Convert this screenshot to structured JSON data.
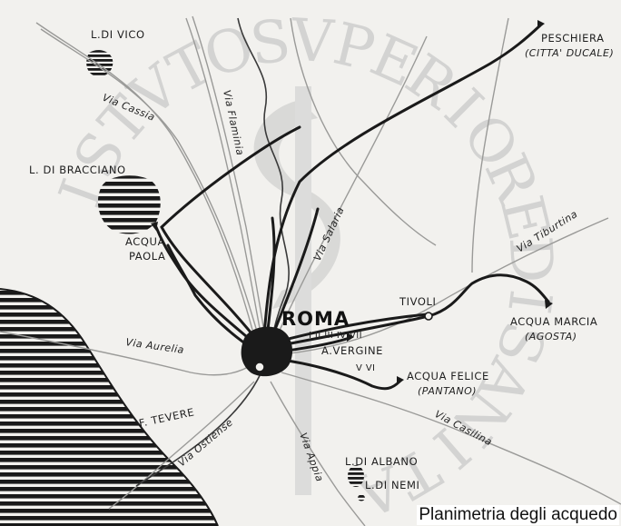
{
  "caption": "Planimetria degli acquedo",
  "city": "ROMA",
  "lakes": {
    "vico": "L.DI VICO",
    "bracciano": "L. DI BRACCIANO",
    "albano": "L.DI ALBANO",
    "nemi": "L.DI NEMI"
  },
  "sources": {
    "peschiera": "PESCHIERA",
    "peschiera_sub": "(CITTA' DUCALE)",
    "paola_1": "ACQUA",
    "paola_2": "PAOLA",
    "tivoli": "TIVOLI",
    "marcia": "ACQUA MARCIA",
    "marcia_sub": "(AGOSTA)",
    "vergine": "A.VERGINE",
    "felice": "ACQUA FELICE",
    "felice_sub": "(PANTANO)",
    "numerals_top": "I  II  III  IV  VII",
    "numerals_bottom": "V  VI"
  },
  "roads": {
    "cassia": "Via Cassia",
    "flaminia": "Via Flaminia",
    "salaria": "Via Salaria",
    "tiburtina": "Via Tiburtina",
    "aurelia": "Via Aurelia",
    "casilina": "Via Casilina",
    "ostiense": "Via Ostiense",
    "appia": "Via Appia"
  },
  "river": "F. TEVERE",
  "watermark": [
    "I",
    "S",
    "T",
    "V",
    "T",
    "O",
    "S",
    "V",
    "P",
    "E",
    "R",
    "I",
    "O",
    "R",
    "E",
    "D",
    "I",
    "S",
    "A",
    "N",
    "I",
    "T",
    "A"
  ],
  "colors": {
    "ink": "#1a1a1a",
    "paper": "#f2f1ee",
    "watermark": "#d0d0cf",
    "road": "#9a9a98"
  }
}
